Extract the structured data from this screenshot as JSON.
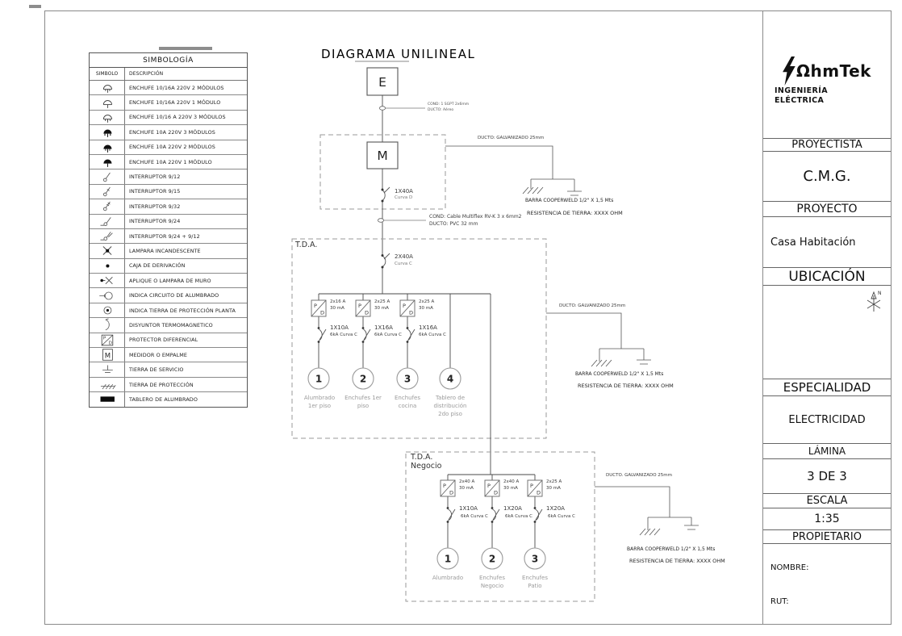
{
  "symbology": {
    "title": "SIMBOLOGÍA",
    "col_symbol": "SIMBOLO",
    "col_desc": "DESCRIPCIÓN",
    "pd_p": "P",
    "pd_d": "D",
    "m_letter": "M",
    "rows": [
      {
        "icon": "enchufe-1016a-2modulos-icon",
        "desc": "ENCHUFE 10/16A 220V 2 MÓDULOS"
      },
      {
        "icon": "enchufe-1016a-1modulo-icon",
        "desc": "ENCHUFE 10/16A 220V 1 MÓDULO"
      },
      {
        "icon": "enchufe-1016a-3modulos-icon",
        "desc": "ENCHUFE 10/16 A 220V 3 MÓDULOS"
      },
      {
        "icon": "enchufe-10a-3modulos-icon",
        "desc": "ENCHUFE 10A 220V 3 MÓDULOS"
      },
      {
        "icon": "enchufe-10a-2modulos-icon",
        "desc": "ENCHUFE 10A 220V 2 MÓDULOS"
      },
      {
        "icon": "enchufe-10a-1modulo-icon",
        "desc": "ENCHUFE 10A 220V 1 MÓDULO"
      },
      {
        "icon": "interruptor-9-12-icon",
        "desc": "INTERRUPTOR 9/12"
      },
      {
        "icon": "interruptor-9-15-icon",
        "desc": "INTERRUPTOR 9/15"
      },
      {
        "icon": "interruptor-9-32-icon",
        "desc": "INTERRUPTOR 9/32"
      },
      {
        "icon": "interruptor-9-24-icon",
        "desc": "INTERRUPTOR 9/24"
      },
      {
        "icon": "interruptor-9-24-9-12-icon",
        "desc": "INTERRUPTOR 9/24 + 9/12"
      },
      {
        "icon": "lampara-incandescente-icon",
        "desc": "LAMPARA INCANDESCENTE"
      },
      {
        "icon": "caja-derivacion-icon",
        "desc": "CAJA DE DERIVACIÓN"
      },
      {
        "icon": "aplique-lampara-muro-icon",
        "desc": "APLIQUE O LAMPARA DE MURO"
      },
      {
        "icon": "circuito-alumbrado-icon",
        "desc": "INDICA CIRCUITO DE ALUMBRADO"
      },
      {
        "icon": "tierra-proteccion-planta-icon",
        "desc": "INDICA TIERRA DE PROTECCIÓN PLANTA"
      },
      {
        "icon": "disyuntor-termomagnetico-icon",
        "desc": "DISYUNTOR TERMOMAGNETICO"
      },
      {
        "icon": "protector-diferencial-icon",
        "desc": "PROTECTOR DIFERENCIAL"
      },
      {
        "icon": "medidor-empalme-icon",
        "desc": "MEDIDOR O EMPALME"
      },
      {
        "icon": "tierra-servicio-icon",
        "desc": "TIERRA DE SERVICIO"
      },
      {
        "icon": "tierra-proteccion-icon",
        "desc": "TIERRA DE PROTECCIÓN"
      },
      {
        "icon": "tablero-alumbrado-icon",
        "desc": "TABLERO DE ALUMBRADO"
      }
    ]
  },
  "diagram": {
    "title": "DIAGRAMA UNILINEAL",
    "empalme_letter": "E",
    "medidor_letter": "M",
    "pd": {
      "p": "P",
      "d": "D"
    },
    "acometida_cond": "COND: 1 SGPT 2x6mm",
    "acometida_ducto": "DUCTO: Aéreo",
    "medidor": {
      "ducto": "DUCTO: GALVANIZADO 25mm",
      "breaker": "1X40A",
      "curve": "Curva D",
      "barra": "BARRA COOPERWELD 1/2\" X 1,5 Mts",
      "resistencia": "RESISTENCIA DE TIERRA: XXXX OHM",
      "cond": "COND: Cable Multiflex RV-K 3 x 6mm2",
      "cond_ducto": "DUCTO: PVC 32 mm"
    },
    "tda": {
      "name": "T.D.A.",
      "breaker": "2X40A",
      "curve": "Curva C",
      "ducto": "DUCTO: GALVANIZADO 25mm",
      "barra": "BARRA COOPERWELD 1/2\" X 1,5 Mts",
      "resistencia": "RESISTENCIA DE TIERRA: XXXX OHM",
      "circuits": [
        {
          "pd_amp": "2x16 A",
          "pd_ma": "30 mA",
          "breaker": "1X10A",
          "breaker_curve": "6kA Curva C",
          "number": "1",
          "label1": "Alumbrado",
          "label2": "1er piso"
        },
        {
          "pd_amp": "2x25 A",
          "pd_ma": "30 mA",
          "breaker": "1X16A",
          "breaker_curve": "6kA Curva C",
          "number": "2",
          "label1": "Enchufes 1er",
          "label2": "piso"
        },
        {
          "pd_amp": "2x25 A",
          "pd_ma": "30 mA",
          "breaker": "1X16A",
          "breaker_curve": "6kA Curva C",
          "number": "3",
          "label1": "Enchufes",
          "label2": "cocina"
        },
        {
          "number": "4",
          "label1": "Tablero de",
          "label2": "distribución",
          "label3": "2do piso"
        }
      ]
    },
    "tda_negocio": {
      "name_line1": "T.D.A.",
      "name_line2": "Negocio",
      "ducto": "DUCTO. GALVANIZADO 25mm",
      "barra": "BARRA COOPERWELD 1/2\" X 1,5 Mts",
      "resistencia": "RESISTENCIA DE TIERRA: XXXX OHM",
      "circuits": [
        {
          "pd_amp": "2x40 A",
          "pd_ma": "30 mA",
          "breaker": "1X10A",
          "breaker_curve": "6kA Curva C",
          "number": "1",
          "label1": "Alumbrado"
        },
        {
          "pd_amp": "2x40 A",
          "pd_ma": "30 mA",
          "breaker": "1X20A",
          "breaker_curve": "6kA Curva C",
          "number": "2",
          "label1": "Enchufes",
          "label2": "Negocio"
        },
        {
          "pd_amp": "2x25 A",
          "pd_ma": "30 mA",
          "breaker": "1X20A",
          "breaker_curve": "6kA Curva C",
          "number": "3",
          "label1": "Enchufes",
          "label2": "Patio"
        }
      ]
    }
  },
  "title_block": {
    "logo_brand": "ΩhmTek",
    "logo_line1": "INGENIERÍA",
    "logo_line2": "ELÉCTRICA",
    "proyectista_header": "PROYECTISTA",
    "proyectista_value": "C.M.G.",
    "proyecto_header": "PROYECTO",
    "proyecto_value": "Casa Habitación",
    "ubicacion_header": "UBICACIÓN",
    "north_letter": "N",
    "especialidad_header": "ESPECIALIDAD",
    "especialidad_value": "ELECTRICIDAD",
    "lamina_header": "LÁMINA",
    "lamina_value": "3 DE 3",
    "escala_header": "ESCALA",
    "escala_value": "1:35",
    "propietario_header": "PROPIETARIO",
    "nombre_label": "NOMBRE:",
    "rut_label": "RUT:"
  }
}
